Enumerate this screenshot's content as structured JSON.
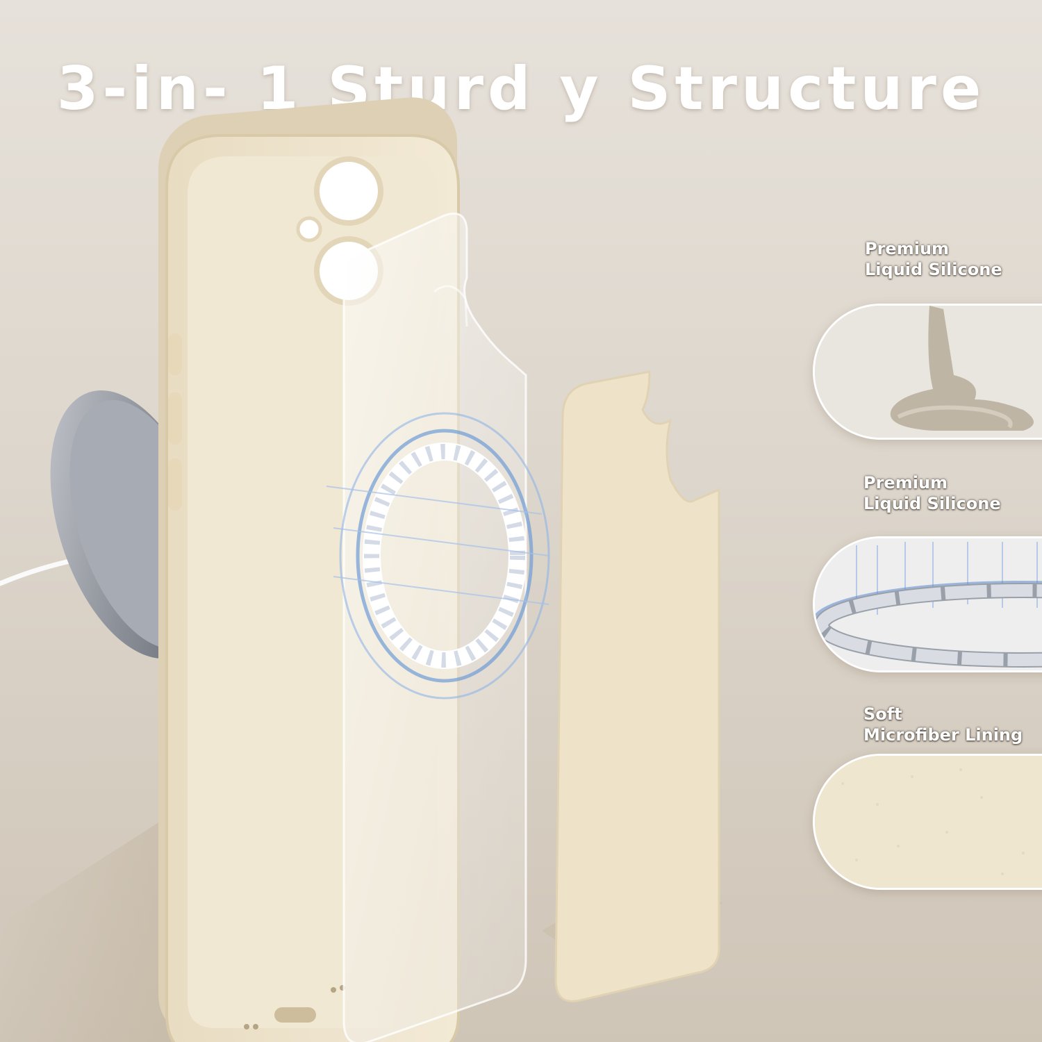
{
  "title": "3-in- 1 Sturd y Structure",
  "features": [
    {
      "line1": "Premium",
      "line2": "Liquid Silicone",
      "icon": "silicone-swirl"
    },
    {
      "line1": "Premium",
      "line2": "Liquid Silicone",
      "icon": "magnet-ring"
    },
    {
      "line1": "Soft",
      "line2": "Microfiber Lining",
      "icon": "microfiber-texture"
    }
  ],
  "colors": {
    "background": "#e2dcd3",
    "case": "#ede3cc",
    "title": "#ffffff",
    "magnet_glow": "#6f9bd6"
  }
}
